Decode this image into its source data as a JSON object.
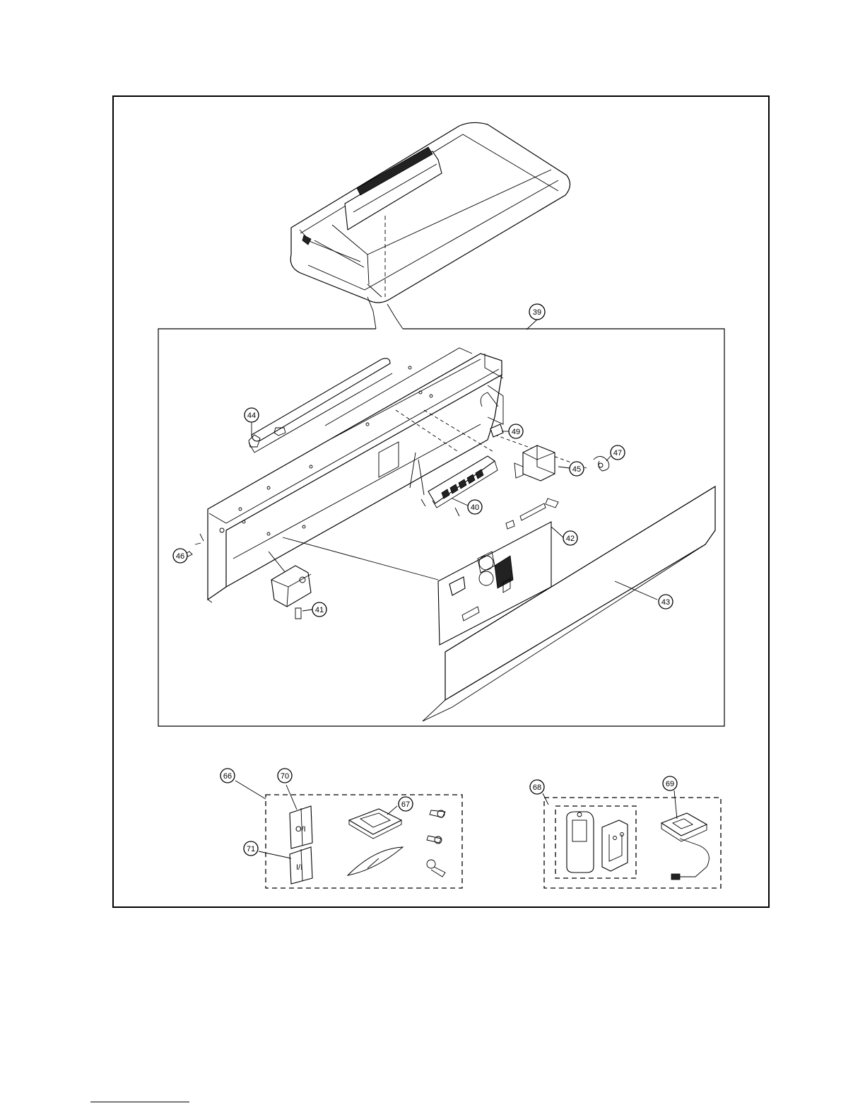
{
  "callouts": {
    "c39": "39",
    "c40": "40",
    "c41": "41",
    "c42": "42",
    "c43": "43",
    "c44": "44",
    "c45": "45",
    "c46": "46",
    "c47": "47",
    "c49": "49",
    "c66": "66",
    "c67": "67",
    "c68": "68",
    "c69": "69",
    "c70": "70",
    "c71": "71"
  },
  "manuals": {
    "owner_manual_label": "O/I",
    "install_manual_label": "I/I"
  }
}
